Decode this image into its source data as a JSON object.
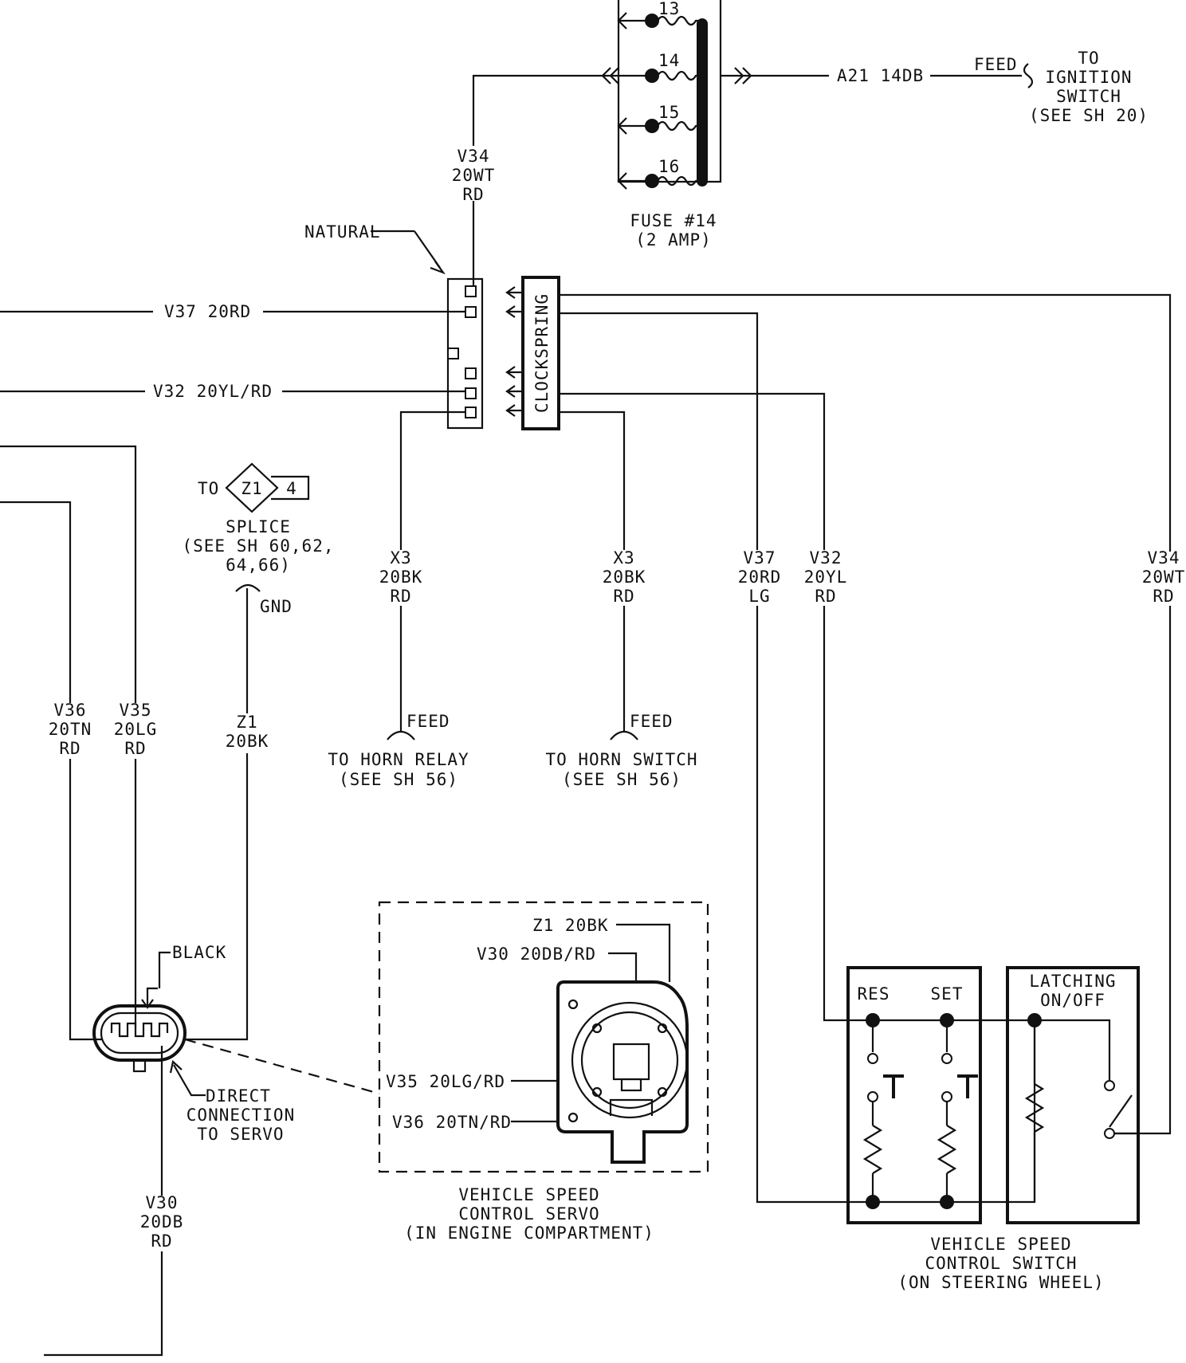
{
  "fuse": {
    "pins": [
      "13",
      "14",
      "15",
      "16"
    ],
    "name": "FUSE #14",
    "rating": "(2 AMP)"
  },
  "feed_ignition": {
    "wire": "A21 14DB",
    "feed": "FEED",
    "to": [
      "TO",
      "IGNITION",
      "SWITCH",
      "(SEE SH 20)"
    ]
  },
  "wires": {
    "v34_top": [
      "V34",
      "20WT",
      "RD"
    ],
    "v37_left": "V37 20RD",
    "v32_left": "V32 20YL/RD",
    "x3_a": [
      "X3",
      "20BK",
      "RD"
    ],
    "x3_b": [
      "X3",
      "20BK",
      "RD"
    ],
    "v37_right": [
      "V37",
      "20RD",
      "LG"
    ],
    "v32_right": [
      "V32",
      "20YL",
      "RD"
    ],
    "v34_right": [
      "V34",
      "20WT",
      "RD"
    ],
    "v36": [
      "V36",
      "20TN",
      "RD"
    ],
    "v35": [
      "V35",
      "20LG",
      "RD"
    ],
    "z1": [
      "Z1",
      "20BK"
    ],
    "v30": [
      "V30",
      "20DB",
      "RD"
    ]
  },
  "connectors": {
    "natural": "NATURAL",
    "clockspring": "CLOCKSPRING",
    "black": "BLACK",
    "direct": [
      "DIRECT",
      "CONNECTION",
      "TO SERVO"
    ]
  },
  "splice": {
    "to": "TO",
    "id": "Z1",
    "num": "4",
    "label": "SPLICE",
    "see": [
      "(SEE SH 60,62,",
      "64,66)"
    ],
    "gnd": "GND"
  },
  "horn": {
    "relay_feed": "FEED",
    "relay_to": [
      "TO HORN RELAY",
      "(SEE SH 56)"
    ],
    "switch_feed": "FEED",
    "switch_to": [
      "TO HORN SWITCH",
      "(SEE SH 56)"
    ]
  },
  "servo": {
    "z1": "Z1 20BK",
    "v30": "V30 20DB/RD",
    "v35": "V35 20LG/RD",
    "v36": "V36 20TN/RD",
    "caption": [
      "VEHICLE SPEED",
      "CONTROL SERVO",
      "(IN ENGINE COMPARTMENT)"
    ]
  },
  "switch": {
    "res": "RES",
    "set": "SET",
    "latching": [
      "LATCHING",
      "ON/OFF"
    ],
    "caption": [
      "VEHICLE SPEED",
      "CONTROL SWITCH",
      "(ON STEERING WHEEL)"
    ]
  }
}
